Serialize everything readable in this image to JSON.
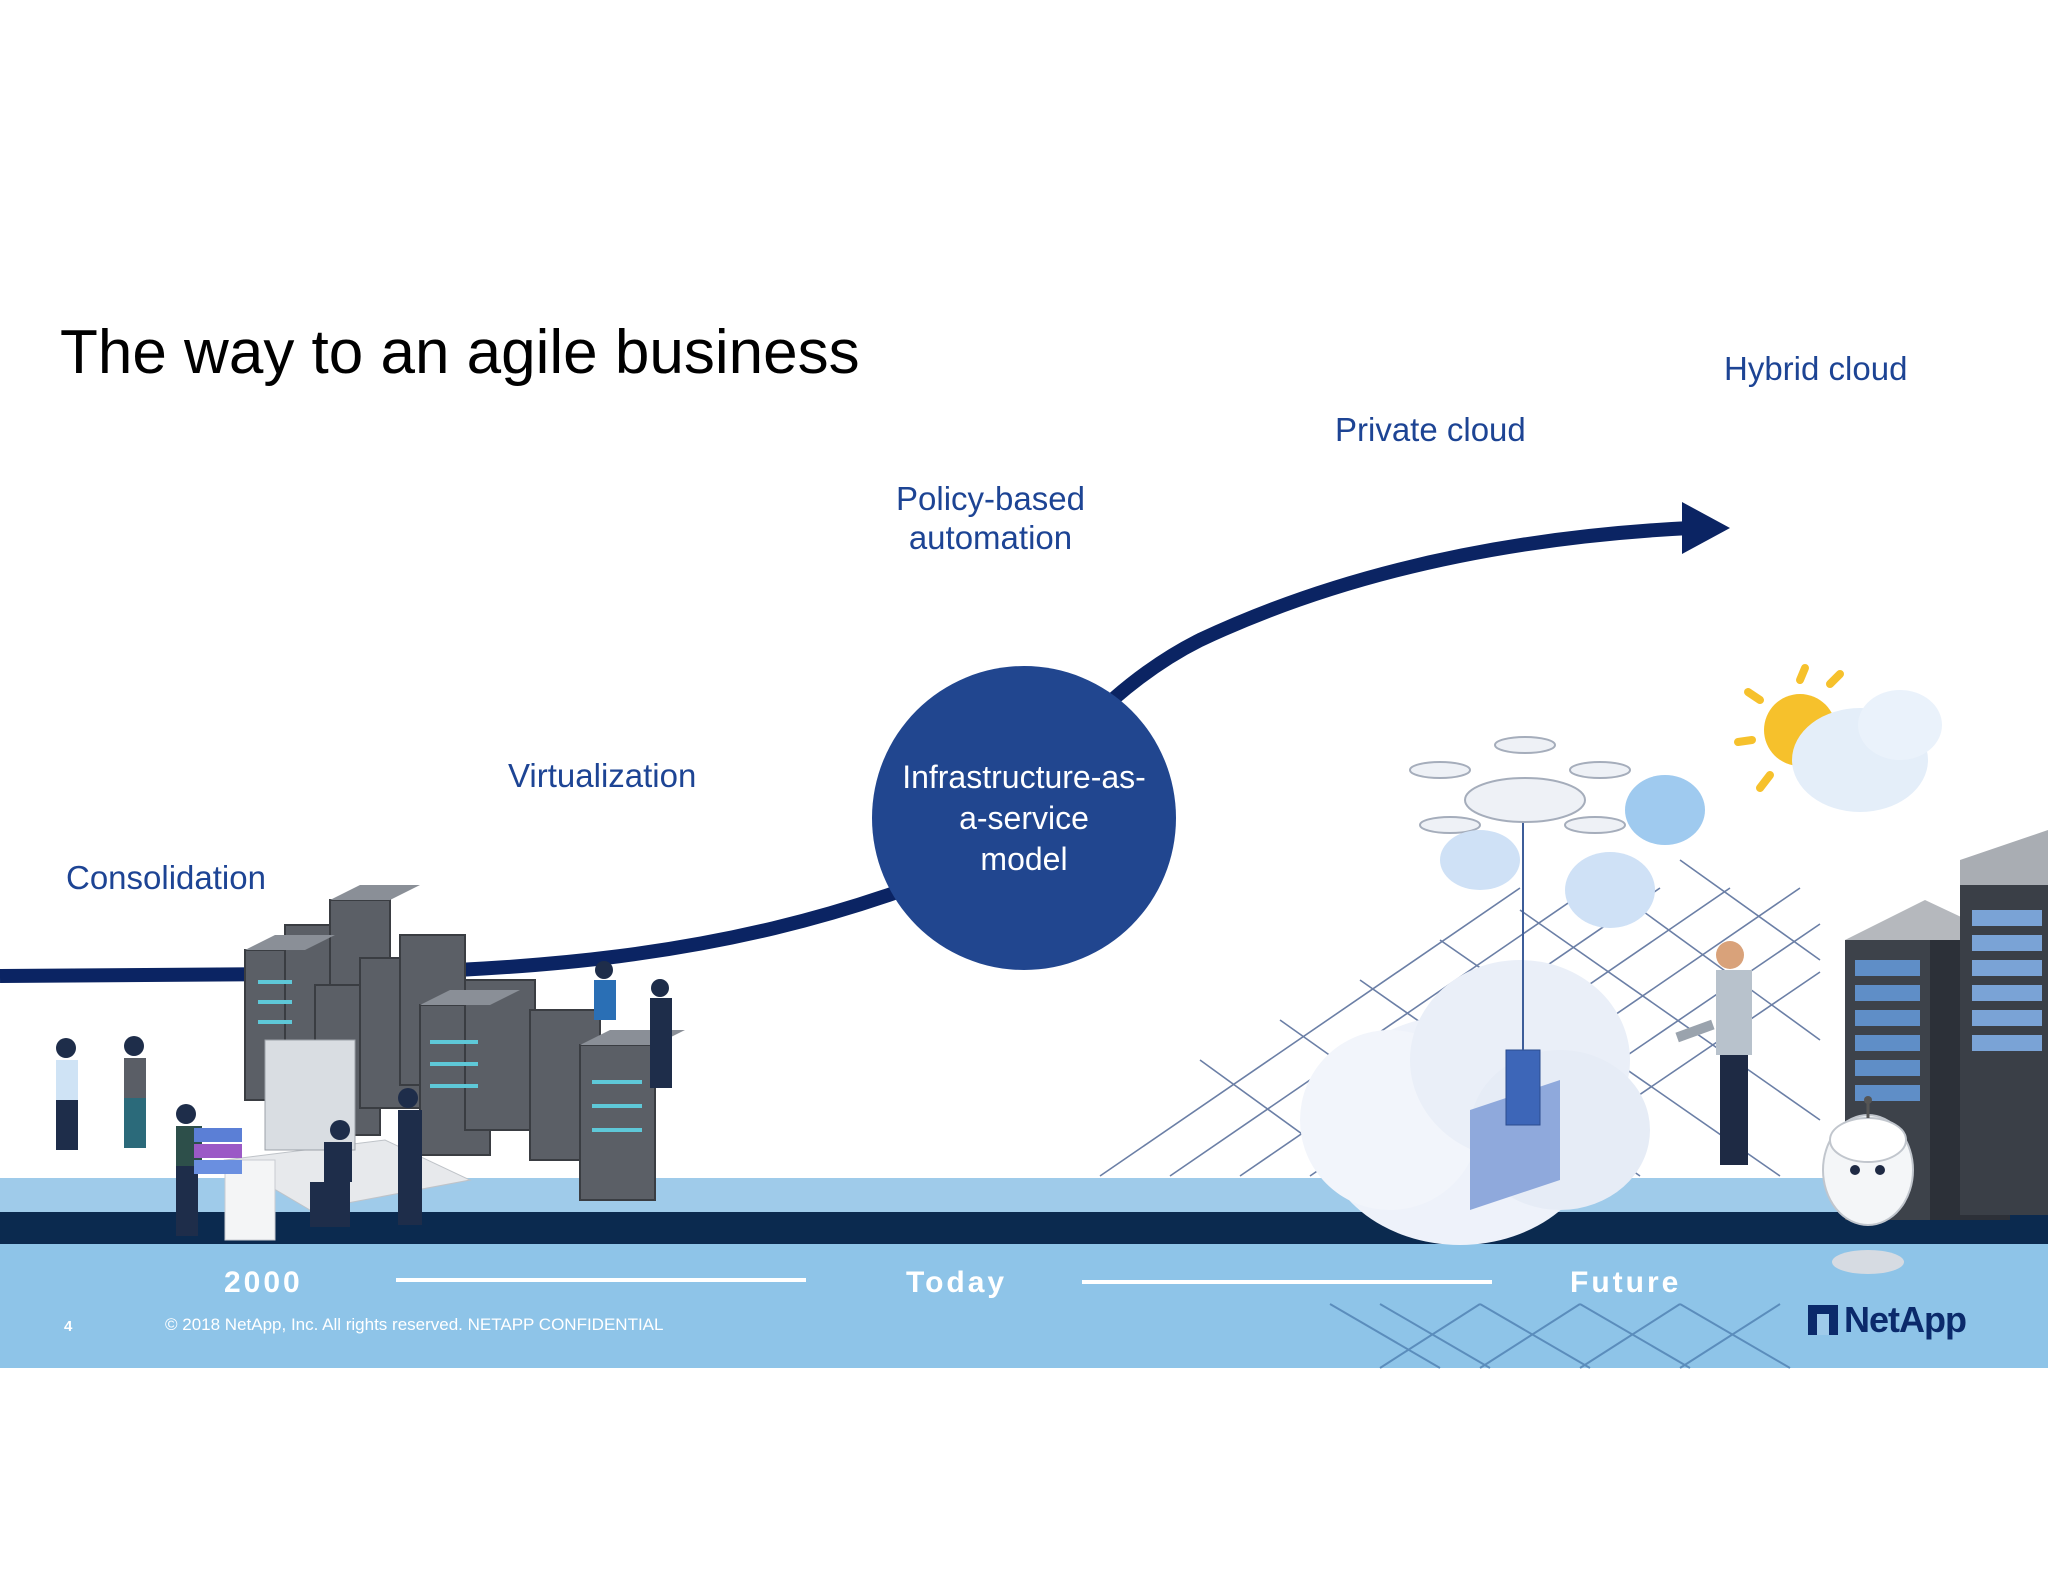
{
  "slide": {
    "title": "The way to an agile business",
    "slide_number": "4",
    "copyright": "© 2018 NetApp, Inc. All rights reserved. NETAPP CONFIDENTIAL",
    "brand_logo": "NetApp"
  },
  "stages": [
    "Consolidation",
    "Virtualization",
    "Policy-based\nautomation",
    "Private cloud",
    "Hybrid cloud"
  ],
  "hub": {
    "label": "Infrastructure-as-\na-service\nmodel"
  },
  "timeline": {
    "eras": [
      "2000",
      "Today",
      "Future"
    ]
  },
  "colors": {
    "title": "#000000",
    "stage_text": "#1d4494",
    "curve": "#0b2463",
    "hub": "#21468f",
    "floor": "#9fcbea",
    "band": "#0b2a4f",
    "footer_bar": "#8ec4e8",
    "logo": "#0b2a6b"
  },
  "icons": {
    "left_scene": "datacenter-server-racks-with-people-icon",
    "cloud": "cloud-with-server-icon",
    "drone": "drone-icon",
    "engineer": "person-with-tablet-icon",
    "sun_cloud": "sun-behind-cloud-icon",
    "robot": "robot-icon",
    "right_racks": "server-rack-icon",
    "arrow_head": "arrow-head-icon"
  }
}
